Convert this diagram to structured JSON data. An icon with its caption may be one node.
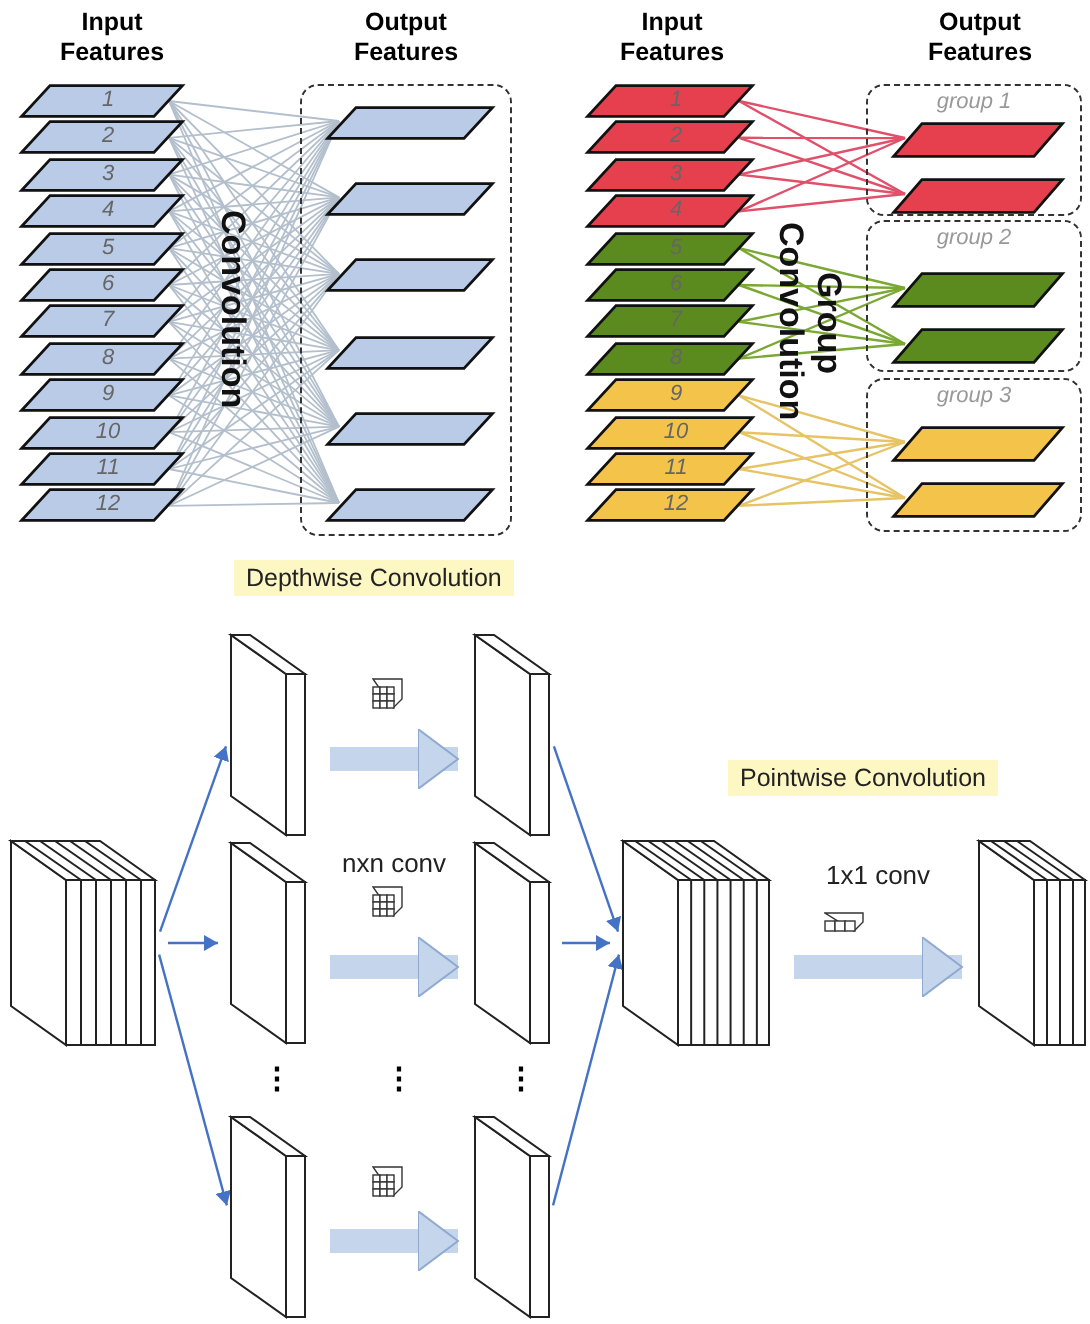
{
  "diagram": {
    "nodes": [
      {
        "text": [
          "1"
        ]
      },
      {
        "text": [
          "2"
        ]
      },
      {
        "text": [
          "3"
        ]
      },
      {
        "text": [
          "4"
        ]
      },
      {
        "text": [
          "5"
        ]
      },
      {
        "text": [
          "6"
        ]
      },
      {
        "text": [
          "7"
        ]
      },
      {
        "text": [
          "8"
        ]
      },
      {
        "text": [
          "9"
        ]
      },
      {
        "text": [
          "10"
        ]
      },
      {
        "text": [
          "11"
        ]
      },
      {
        "text": [
          "12"
        ]
      },
      {
        "text": [],
        "shape": "box"
      },
      {
        "text": [],
        "shape": "parallelogram",
        "in": 12
      },
      {
        "text": [],
        "shape": "parallelogram",
        "in": 12
      },
      {
        "text": [],
        "shape": "parallelogram",
        "in": 12
      },
      {
        "text": [],
        "shape": "parallelogram",
        "in": 12
      },
      {
        "text": [],
        "shape": "parallelogram",
        "in": 12
      },
      {
        "text": [],
        "shape": "parallelogram",
        "in": 12
      },
      {
        "text": [
          "1"
        ]
      },
      {
        "text": [
          "2"
        ]
      },
      {
        "text": [
          "3"
        ]
      },
      {
        "text": [
          "4"
        ]
      },
      {
        "text": [
          "5"
        ]
      },
      {
        "text": [
          "6"
        ]
      },
      {
        "text": [
          "7"
        ]
      },
      {
        "text": [
          "8"
        ]
      },
      {
        "text": [
          "9"
        ]
      },
      {
        "text": [
          "10"
        ]
      },
      {
        "text": [
          "11"
        ]
      },
      {
        "text": [
          "12"
        ]
      },
      {
        "text": [
          "group 1"
        ]
      },
      {
        "text": [],
        "shape": "parallelogram",
        "in": 31
      },
      {
        "text": [],
        "shape": "parallelogram",
        "in": 31
      },
      {
        "text": [
          "group 2"
        ]
      },
      {
        "text": [],
        "shape": "parallelogram",
        "in": 34
      },
      {
        "text": [],
        "shape": "parallelogram",
        "in": 34
      },
      {
        "text": [
          "group 3"
        ]
      },
      {
        "text": [],
        "shape": "parallelogram",
        "in": 37
      },
      {
        "text": [],
        "shape": "parallelogram",
        "in": 37
      },
      {
        "text": [],
        "shape": "cuboid"
      },
      {
        "text": [],
        "shape": "cuboid"
      },
      {
        "text": [],
        "shape": "cuboid"
      },
      {
        "text": [],
        "shape": "cuboid"
      },
      {
        "text": [],
        "shape": "cuboid"
      },
      {
        "text": [],
        "shape": "cuboid"
      },
      {
        "text": [],
        "shape": "cuboid"
      },
      {
        "text": [],
        "shape": "cuboid"
      },
      {
        "text": [],
        "shape": "cuboid"
      }
    ],
    "edges": [
      {
        "from": 0,
        "to": 13,
        "arrow": "none"
      },
      {
        "from": 0,
        "to": 14,
        "arrow": "none"
      },
      {
        "from": 0,
        "to": 15,
        "arrow": "none"
      },
      {
        "from": 0,
        "to": 16,
        "arrow": "none"
      },
      {
        "from": 0,
        "to": 17,
        "arrow": "none"
      },
      {
        "from": 0,
        "to": 18,
        "arrow": "none"
      },
      {
        "from": 1,
        "to": 13,
        "arrow": "none"
      },
      {
        "from": 1,
        "to": 14,
        "arrow": "none"
      },
      {
        "from": 1,
        "to": 15,
        "arrow": "none"
      },
      {
        "from": 1,
        "to": 16,
        "arrow": "none"
      },
      {
        "from": 1,
        "to": 17,
        "arrow": "none"
      },
      {
        "from": 1,
        "to": 18,
        "arrow": "none"
      },
      {
        "from": 2,
        "to": 13,
        "arrow": "none"
      },
      {
        "from": 2,
        "to": 14,
        "arrow": "none"
      },
      {
        "from": 2,
        "to": 15,
        "arrow": "none"
      },
      {
        "from": 2,
        "to": 16,
        "arrow": "none"
      },
      {
        "from": 2,
        "to": 17,
        "arrow": "none"
      },
      {
        "from": 2,
        "to": 18,
        "arrow": "none"
      },
      {
        "from": 3,
        "to": 13,
        "arrow": "none"
      },
      {
        "from": 3,
        "to": 14,
        "arrow": "none"
      },
      {
        "from": 3,
        "to": 15,
        "arrow": "none"
      },
      {
        "from": 3,
        "to": 16,
        "arrow": "none"
      },
      {
        "from": 3,
        "to": 17,
        "arrow": "none"
      },
      {
        "from": 3,
        "to": 18,
        "arrow": "none"
      },
      {
        "from": 4,
        "to": 13,
        "arrow": "none"
      },
      {
        "from": 4,
        "to": 14,
        "arrow": "none"
      },
      {
        "from": 4,
        "to": 15,
        "arrow": "none"
      },
      {
        "from": 4,
        "to": 16,
        "arrow": "none"
      },
      {
        "from": 4,
        "to": 17,
        "arrow": "none"
      },
      {
        "from": 4,
        "to": 18,
        "arrow": "none"
      },
      {
        "from": 5,
        "to": 13,
        "arrow": "none"
      },
      {
        "from": 5,
        "to": 14,
        "arrow": "none"
      },
      {
        "from": 5,
        "to": 15,
        "arrow": "none"
      },
      {
        "from": 5,
        "to": 16,
        "arrow": "none"
      },
      {
        "from": 5,
        "to": 17,
        "arrow": "none"
      },
      {
        "from": 5,
        "to": 18,
        "arrow": "none"
      },
      {
        "from": 6,
        "to": 13,
        "arrow": "none"
      },
      {
        "from": 6,
        "to": 14,
        "arrow": "none"
      },
      {
        "from": 6,
        "to": 15,
        "arrow": "none"
      },
      {
        "from": 6,
        "to": 16,
        "arrow": "none"
      },
      {
        "from": 6,
        "to": 17,
        "arrow": "none"
      },
      {
        "from": 6,
        "to": 18,
        "arrow": "none"
      },
      {
        "from": 7,
        "to": 13,
        "arrow": "none"
      },
      {
        "from": 7,
        "to": 14,
        "arrow": "none"
      },
      {
        "from": 7,
        "to": 15,
        "arrow": "none"
      },
      {
        "from": 7,
        "to": 16,
        "arrow": "none"
      },
      {
        "from": 7,
        "to": 17,
        "arrow": "none"
      },
      {
        "from": 7,
        "to": 18,
        "arrow": "none"
      },
      {
        "from": 8,
        "to": 13,
        "arrow": "none"
      },
      {
        "from": 8,
        "to": 14,
        "arrow": "none"
      },
      {
        "from": 8,
        "to": 15,
        "arrow": "none"
      },
      {
        "from": 8,
        "to": 16,
        "arrow": "none"
      },
      {
        "from": 8,
        "to": 17,
        "arrow": "none"
      },
      {
        "from": 8,
        "to": 18,
        "arrow": "none"
      },
      {
        "from": 9,
        "to": 13,
        "arrow": "none"
      },
      {
        "from": 9,
        "to": 14,
        "arrow": "none"
      },
      {
        "from": 9,
        "to": 15,
        "arrow": "none"
      },
      {
        "from": 9,
        "to": 16,
        "arrow": "none"
      },
      {
        "from": 9,
        "to": 17,
        "arrow": "none"
      },
      {
        "from": 9,
        "to": 18,
        "arrow": "none"
      },
      {
        "from": 10,
        "to": 13,
        "arrow": "none"
      },
      {
        "from": 10,
        "to": 14,
        "arrow": "none"
      },
      {
        "from": 10,
        "to": 15,
        "arrow": "none"
      },
      {
        "from": 10,
        "to": 16,
        "arrow": "none"
      },
      {
        "from": 10,
        "to": 17,
        "arrow": "none"
      },
      {
        "from": 10,
        "to": 18,
        "arrow": "none"
      },
      {
        "from": 11,
        "to": 13,
        "arrow": "none"
      },
      {
        "from": 11,
        "to": 14,
        "arrow": "none"
      },
      {
        "from": 11,
        "to": 15,
        "arrow": "none"
      },
      {
        "from": 11,
        "to": 16,
        "arrow": "none"
      },
      {
        "from": 11,
        "to": 17,
        "arrow": "none"
      },
      {
        "from": 11,
        "to": 18,
        "arrow": "none"
      },
      {
        "from": 19,
        "to": 32,
        "arrow": "none",
        "color": "#e0506a"
      },
      {
        "from": 19,
        "to": 33,
        "arrow": "none",
        "color": "#e0506a"
      },
      {
        "from": 20,
        "to": 32,
        "arrow": "none",
        "color": "#e0506a"
      },
      {
        "from": 20,
        "to": 33,
        "arrow": "none",
        "color": "#e0506a"
      },
      {
        "from": 21,
        "to": 32,
        "arrow": "none",
        "color": "#e0506a"
      },
      {
        "from": 21,
        "to": 33,
        "arrow": "none",
        "color": "#e0506a"
      },
      {
        "from": 22,
        "to": 32,
        "arrow": "none",
        "color": "#e0506a"
      },
      {
        "from": 22,
        "to": 33,
        "arrow": "none",
        "color": "#e0506a"
      },
      {
        "from": 23,
        "to": 35,
        "arrow": "none",
        "color": "#7aa832"
      },
      {
        "from": 23,
        "to": 36,
        "arrow": "none",
        "color": "#7aa832"
      },
      {
        "from": 24,
        "to": 35,
        "arrow": "none",
        "color": "#7aa832"
      },
      {
        "from": 24,
        "to": 36,
        "arrow": "none",
        "color": "#7aa832"
      },
      {
        "from": 25,
        "to": 35,
        "arrow": "none",
        "color": "#7aa832"
      },
      {
        "from": 25,
        "to": 36,
        "arrow": "none",
        "color": "#7aa832"
      },
      {
        "from": 26,
        "to": 35,
        "arrow": "none",
        "color": "#7aa832"
      },
      {
        "from": 26,
        "to": 36,
        "arrow": "none",
        "color": "#7aa832"
      },
      {
        "from": 27,
        "to": 38,
        "arrow": "none",
        "color": "#e6c466"
      },
      {
        "from": 27,
        "to": 39,
        "arrow": "none",
        "color": "#e6c466"
      },
      {
        "from": 28,
        "to": 38,
        "arrow": "none",
        "color": "#e6c466"
      },
      {
        "from": 28,
        "to": 39,
        "arrow": "none",
        "color": "#e6c466"
      },
      {
        "from": 29,
        "to": 38,
        "arrow": "none",
        "color": "#e6c466"
      },
      {
        "from": 29,
        "to": 39,
        "arrow": "none",
        "color": "#e6c466"
      },
      {
        "from": 30,
        "to": 38,
        "arrow": "none",
        "color": "#e6c466"
      },
      {
        "from": 30,
        "to": 39,
        "arrow": "none",
        "color": "#e6c466"
      },
      {
        "from": 40,
        "to": 41,
        "arrow": "to",
        "color": "#4472c4"
      },
      {
        "from": 40,
        "to": 42,
        "arrow": "to",
        "color": "#4472c4"
      },
      {
        "from": 40,
        "to": 43,
        "arrow": "to",
        "color": "#4472c4"
      },
      {
        "from": 41,
        "to": 44,
        "arrow": "to",
        "style": "thick",
        "color": "#c5d5ec"
      },
      {
        "from": 42,
        "to": 45,
        "label": "nxn conv",
        "arrow": "to",
        "style": "thick",
        "color": "#c5d5ec"
      },
      {
        "from": 43,
        "to": 46,
        "arrow": "to",
        "style": "thick",
        "color": "#c5d5ec"
      },
      {
        "from": 44,
        "to": 47,
        "arrow": "to",
        "color": "#4472c4"
      },
      {
        "from": 45,
        "to": 47,
        "arrow": "to",
        "color": "#4472c4"
      },
      {
        "from": 46,
        "to": 47,
        "arrow": "to",
        "color": "#4472c4"
      },
      {
        "from": 47,
        "to": 48,
        "label": "1x1 conv",
        "arrow": "to",
        "style": "thick",
        "color": "#c5d5ec"
      }
    ],
    "labels": [
      "Input Features",
      "Output Features",
      "Input Features",
      "Output Features",
      "Convolution",
      "Group Convolution",
      "Depthwise Convolution",
      "⋮",
      "⋮",
      "⋮",
      "Pointwise Convolution"
    ]
  }
}
